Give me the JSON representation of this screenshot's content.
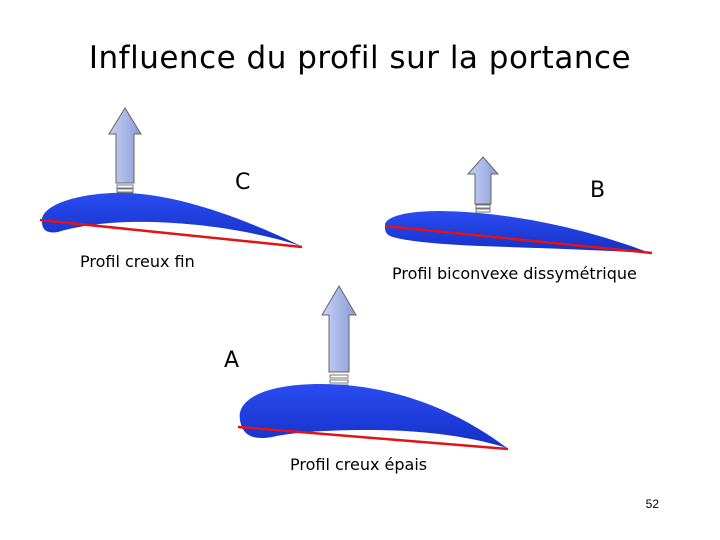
{
  "title": "Influence du profil sur la portance",
  "profiles": {
    "creux_fin": {
      "label": "Profil creux fin",
      "letter": "C"
    },
    "biconvexe": {
      "label": "Profil biconvexe dissymétrique",
      "letter": "B"
    },
    "creux_epais": {
      "label": "Profil creux épais",
      "letter": "A"
    }
  },
  "page_number": "52",
  "colors": {
    "airfoil_fill": "#1f3fe0",
    "chord_line": "#e01414",
    "lift_arrow_fill": "#a8b8e8",
    "outline": "#555555"
  },
  "icons": {
    "lift_arrow": "up-arrow-icon"
  }
}
